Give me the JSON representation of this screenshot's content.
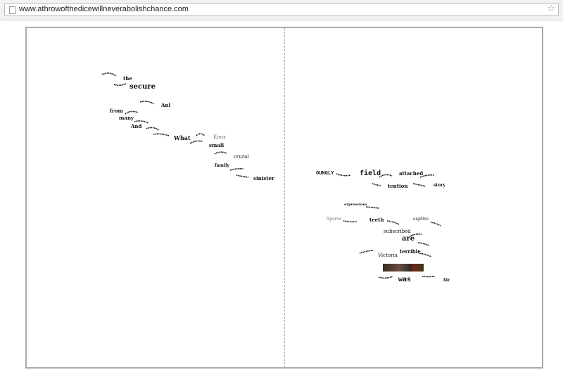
{
  "browser": {
    "url": "www.athrowofthedicewillneverabolishchance.com"
  },
  "left_words": [
    "the",
    "secure",
    "Anl",
    "from",
    "many",
    "And",
    "What",
    "Knox",
    "small",
    "crural",
    "family",
    "sinister"
  ],
  "right_words": [
    "OUNGLY",
    "field",
    "attached",
    "tention",
    "story",
    "expressions",
    "Sparse",
    "teeth",
    "captive",
    "subscribed",
    "are",
    "Victoria",
    "terrible",
    "was",
    "Air"
  ]
}
